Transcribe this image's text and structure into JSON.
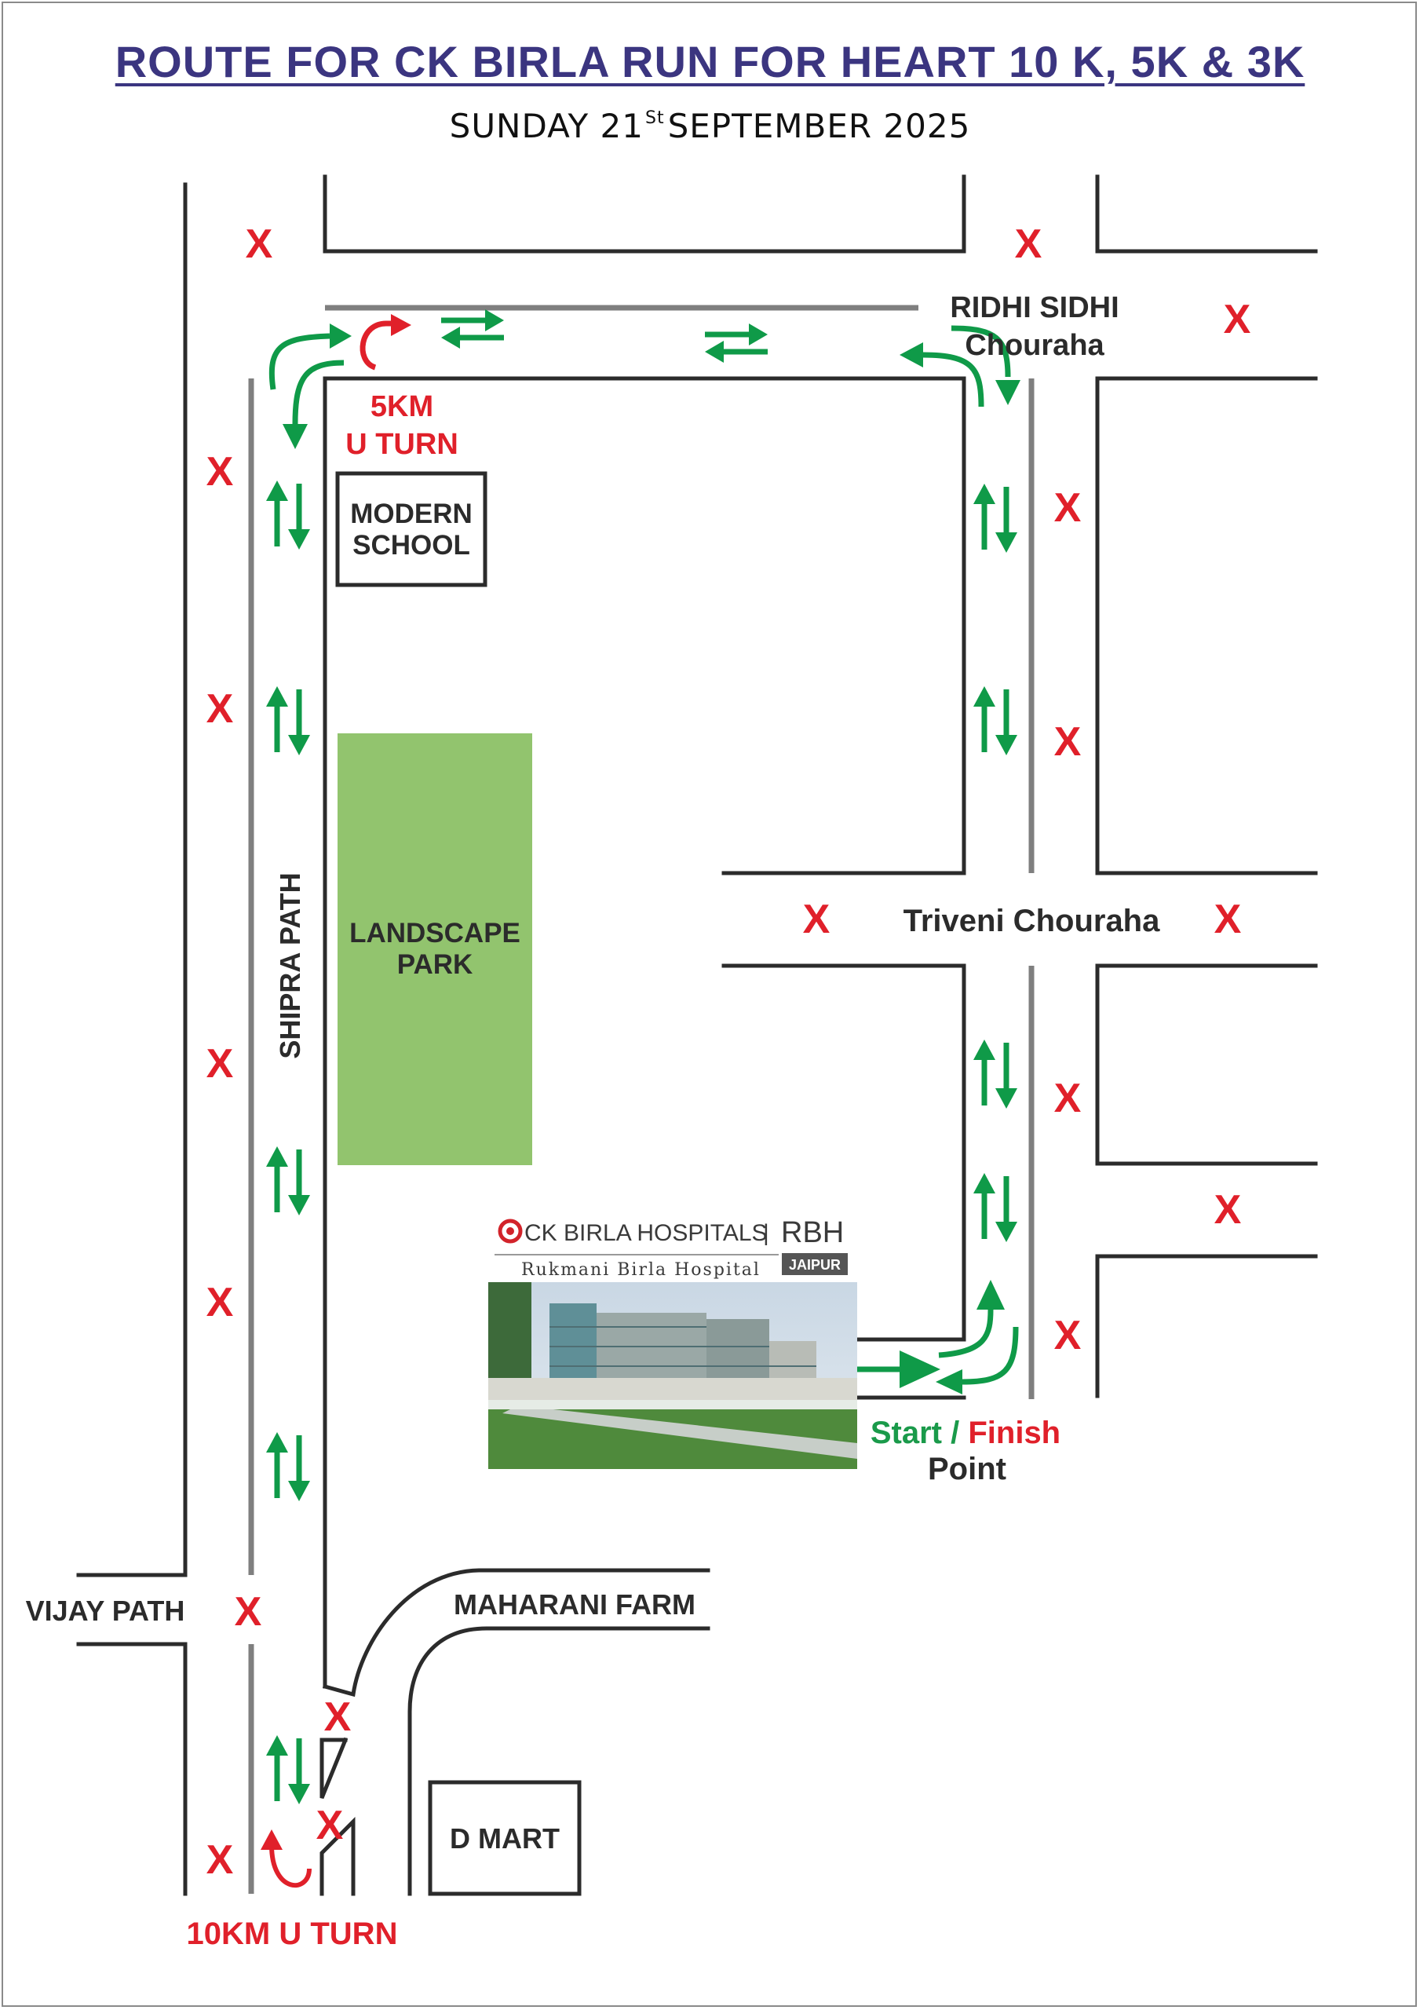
{
  "header": {
    "title": "ROUTE FOR CK BIRLA RUN FOR HEART  10 K, 5K & 3K",
    "date_prefix": "SUNDAY 21",
    "date_suffix": "St",
    "date_rest": "SEPTEMBER 2025"
  },
  "colors": {
    "title": "#3b3580",
    "road": "#2b2b2b",
    "median": "#7f7f7f",
    "arrow": "#0f9a48",
    "closed_marker": "#e0202a",
    "park": "#92c46e",
    "u_turn_text": "#e0202a",
    "start_text": "#1a9a4a",
    "finish_text": "#e0202a"
  },
  "map": {
    "labels": {
      "ridhi_sidhi_line1": "RIDHI SIDHI",
      "ridhi_sidhi_line2": "Chouraha",
      "u_turn_5km_line1": "5KM",
      "u_turn_5km_line2": "U TURN",
      "modern_school_line1": "MODERN",
      "modern_school_line2": "SCHOOL",
      "shipra_path": "SHIPRA PATH",
      "landscape_park_line1": "LANDSCAPE",
      "landscape_park_line2": "PARK",
      "triveni_chouraha": "Triveni Chouraha",
      "start": "Start",
      "slash": " / ",
      "finish": "Finish",
      "point": "Point",
      "vijay_path": "VIJAY PATH",
      "maharani_farm": "MAHARANI FARM",
      "d_mart": "D MART",
      "u_turn_10km": "10KM U TURN"
    },
    "closed_marker_symbol": "X",
    "hospital": {
      "brand": "CK BIRLA HOSPITALS",
      "divider": "|",
      "short_name": "RBH",
      "full_name": "Rukmani Birla Hospital",
      "city": "JAIPUR"
    },
    "icons": [
      "two-way-arrow-icon",
      "u-turn-icon",
      "closed-road-x-icon",
      "hospital-building-photo"
    ]
  }
}
